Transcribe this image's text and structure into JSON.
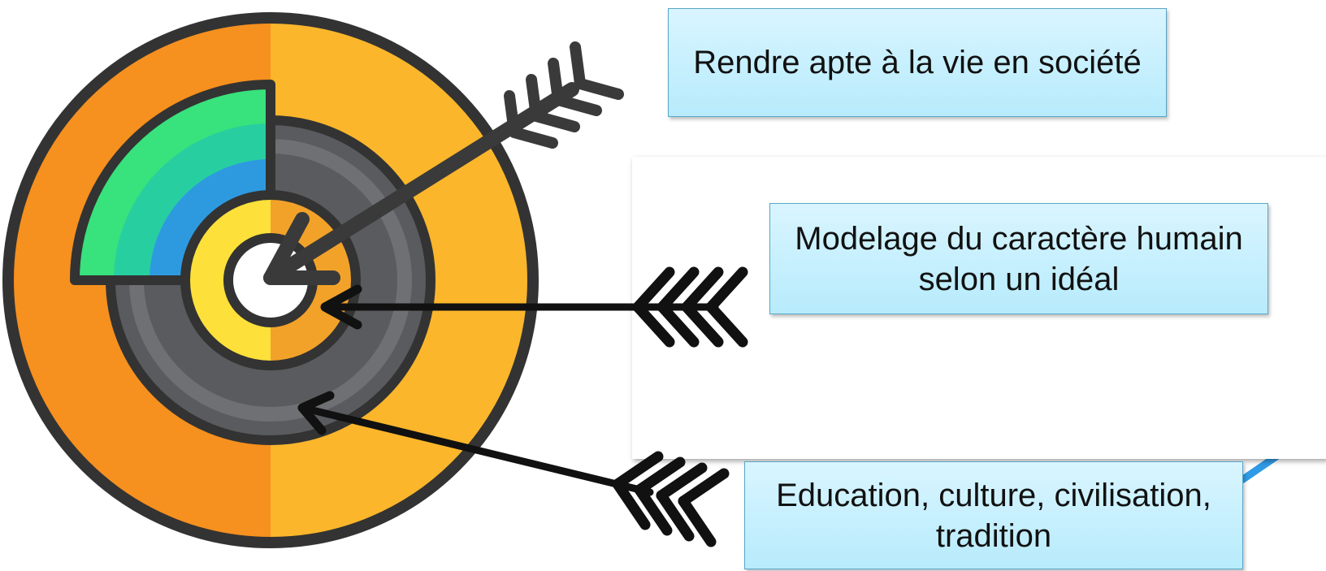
{
  "callouts": {
    "top": "Rendre apte à la vie en société",
    "middle": "Modelage du caractère humain selon un idéal",
    "bottom": "Education, culture, civilisation, tradition"
  },
  "colors": {
    "outer_ring_left": "#f6901e",
    "outer_ring_right": "#fbb62b",
    "outline": "#333333",
    "gray_ring": "#5a5b5e",
    "gray_ring_light": "#6f7073",
    "wedge_green": "#38e27c",
    "wedge_teal": "#27cfa0",
    "wedge_blue": "#2d9ae0",
    "inner_yellow": "#fde03a",
    "inner_orange": "#f3a229",
    "arrow_black": "#111111",
    "arrow_gray": "#3a3a3a",
    "callout_fill": "#c4eefc",
    "callout_border": "#5aa6c8",
    "accent_line": "#2f9be6"
  },
  "icons": [
    "target-icon",
    "arrow-icon"
  ]
}
